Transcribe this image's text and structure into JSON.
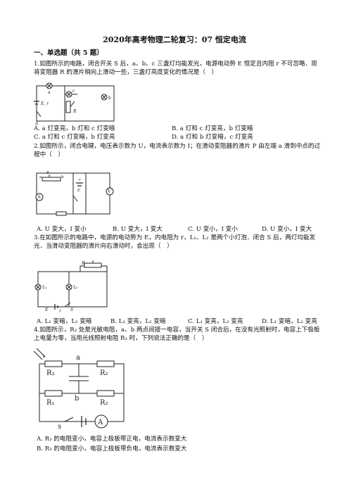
{
  "title": "2020年高考物理二轮复习：07 恒定电流",
  "section": "一、单选题（共 5 题）",
  "q1": {
    "text": "1.如图所示的电路，闭合开关 S 后，a、b、c 三盏灯均能发光，电源电动势 E 恒定且内阻 r 不可忽略．现将变阻器 R 的滑片稍向上滑动一些，三盏灯亮度变化的情况是（　）",
    "labels": {
      "a": "a",
      "b": "b",
      "c": "c",
      "E": "E, r",
      "S": "S",
      "R": "R"
    },
    "options": {
      "A": "A. a 灯变亮，b 灯和 c 灯变暗",
      "B": "B. a 灯和 c 灯变亮，b 灯变暗",
      "C": "C. a 灯和 c 灯变暗，b 灯变亮",
      "D": "D. a 灯和 b 灯变暗，c 灯变亮"
    }
  },
  "q2": {
    "text": "2.如图所示，闭合电键，电压表示数为 U，电流表示数为 I；在滑动变阻器的滑片 P 由左端 a 滑到中点的过程中（　）",
    "labels": {
      "p": "P",
      "a": "a",
      "b": "b",
      "r": "r",
      "E": "E",
      "V": "V",
      "A": "A"
    },
    "options": {
      "A": "A. U 变大，I 变小",
      "B": "B. U 变大，I 变大",
      "C": "C. U 变小，I 变小",
      "D": "D. U 变小，I 变大"
    }
  },
  "q3": {
    "text": "3.在如图所示的电路中，电源的电动势为 E，内电阻为 r，L₁、L₂ 是两个小灯泡．闭合 S 后，两灯均能发光．当滑动变阻器的滑片向右滑动时，会出现（　）",
    "labels": {
      "R": "R",
      "L1": "L₁",
      "L2": "L₂",
      "E": "E",
      "r": "r",
      "S": "S"
    },
    "options": {
      "A": "A. L₁ 变暗，L₂ 变暗",
      "B": "B. L₁ 变亮，L₂ 变暗",
      "C": "C. L₁ 变亮，L₂ 变亮",
      "D": "D. L₁ 变暗，L₂ 变亮"
    }
  },
  "q4": {
    "text": "4.如图所示，R₃ 处是光敏电阻，a、b 两点间接一电容，当开关 S 闭合后，在没有光照射时，电容上下极板上电量为零，当用光线照射电阻 R₃ 时，下列说法正确的是（　）",
    "labels": {
      "R3": "R₃",
      "R2top": "R₂",
      "R1": "R₁",
      "R2bot": "R₂",
      "a": "a",
      "b": "b",
      "s": "s",
      "A": "A"
    },
    "options": {
      "A": "A. R₃ 的电阻变小，电容上极板带正电，电流表示数变大",
      "B": "B. R₃ 的电阻变小，电容上极板带负电，电流表示数变大"
    }
  }
}
